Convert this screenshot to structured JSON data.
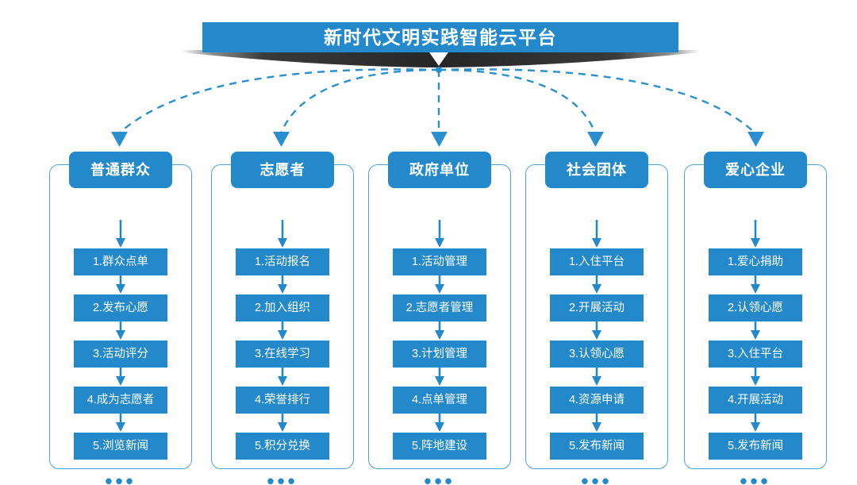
{
  "title": {
    "text": "新时代文明实践智能云平台"
  },
  "colors": {
    "brand_blue": "#2389ca",
    "card_border": "#4aa3d6",
    "ribbon_dark": "#2f2f2f",
    "dash_blue": "#2a8fcf",
    "text_white": "#ffffff"
  },
  "diagram": {
    "type": "flow-fanout",
    "root_label": "新时代文明实践智能云平台",
    "dots_label": "•••",
    "columns": [
      {
        "header": "普通群众",
        "items": [
          "1.群众点单",
          "2.发布心愿",
          "3.活动评分",
          "4.成为志愿者",
          "5.浏览新闻"
        ],
        "more": "•••"
      },
      {
        "header": "志愿者",
        "items": [
          "1.活动报名",
          "2.加入组织",
          "3.在线学习",
          "4.荣誉排行",
          "5.积分兑换"
        ],
        "more": "•••"
      },
      {
        "header": "政府单位",
        "items": [
          "1.活动管理",
          "2.志愿者管理",
          "3.计划管理",
          "4.点单管理",
          "5.阵地建设"
        ],
        "more": "•••"
      },
      {
        "header": "社会团体",
        "items": [
          "1.入住平台",
          "2.开展活动",
          "3.认领心愿",
          "4.资源申请",
          "5.发布新闻"
        ],
        "more": "•••"
      },
      {
        "header": "爱心企业",
        "items": [
          "1.爱心捐助",
          "2.认领心愿",
          "3.入住平台",
          "4.开展活动",
          "5.发布新闻"
        ],
        "more": "•••"
      }
    ]
  }
}
